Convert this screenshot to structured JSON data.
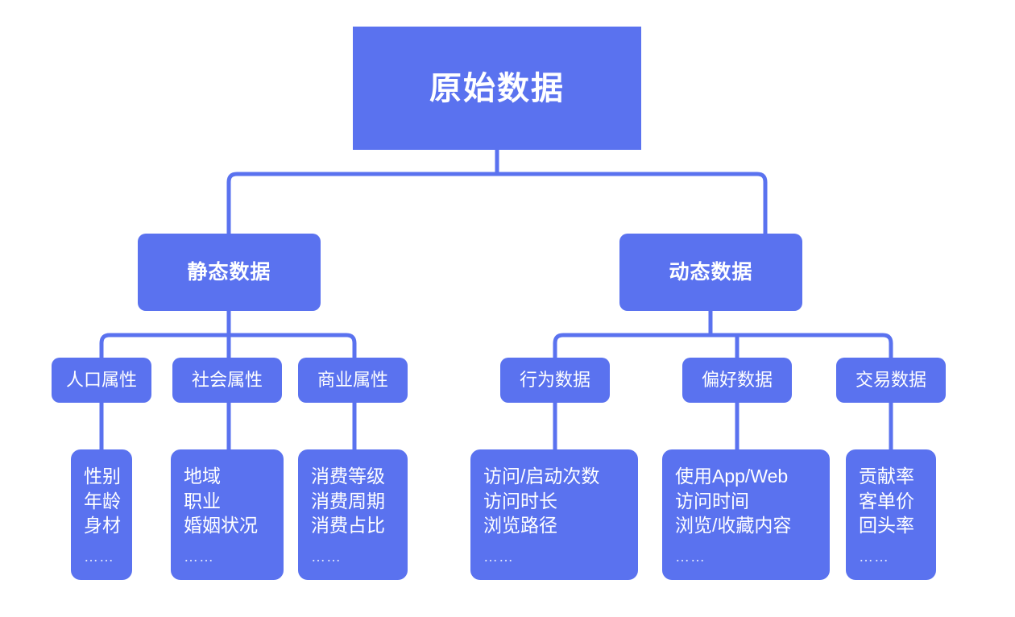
{
  "diagram": {
    "title": "原始数据",
    "type": "tree-hierarchy",
    "colors": {
      "node_fill": "#5a72ef",
      "connector": "#5a72ef",
      "text": "#ffffff",
      "ellipsis_text": "#e2e7fb",
      "background": "#ffffff"
    },
    "ellipsis": "……",
    "root": {
      "label": "原始数据"
    },
    "branches": [
      {
        "label": "静态数据",
        "categories": [
          {
            "label": "人口属性",
            "details": [
              "性别",
              "年龄",
              "身材"
            ],
            "ellipsis": "……"
          },
          {
            "label": "社会属性",
            "details": [
              "地域",
              "职业",
              "婚姻状况"
            ],
            "ellipsis": "……"
          },
          {
            "label": "商业属性",
            "details": [
              "消费等级",
              "消费周期",
              "消费占比"
            ],
            "ellipsis": "……"
          }
        ]
      },
      {
        "label": "动态数据",
        "categories": [
          {
            "label": "行为数据",
            "details": [
              "访问/启动次数",
              "访问时长",
              "浏览路径"
            ],
            "ellipsis": "……"
          },
          {
            "label": "偏好数据",
            "details": [
              "使用App/Web",
              "访问时间",
              "浏览/收藏内容"
            ],
            "ellipsis": "……"
          },
          {
            "label": "交易数据",
            "details": [
              "贡献率",
              "客单价",
              "回头率"
            ],
            "ellipsis": "……"
          }
        ]
      }
    ]
  }
}
